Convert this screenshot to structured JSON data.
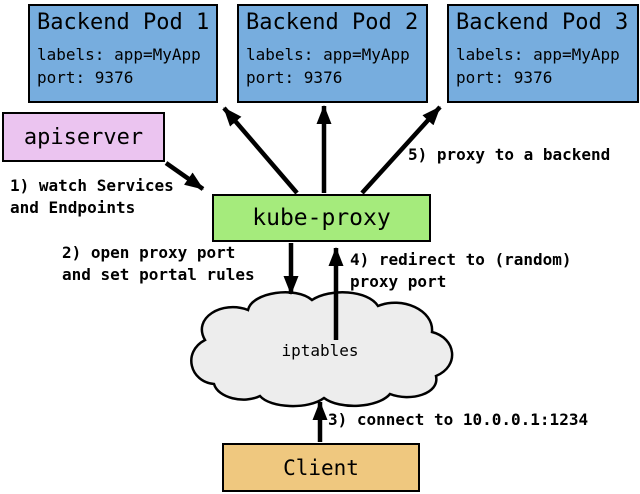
{
  "colors": {
    "pod_fill": "#77ADDE",
    "apiserver_fill": "#EBC4F0",
    "kube_proxy_fill": "#A5EB7C",
    "iptables_fill": "#EDEDED",
    "client_fill": "#EFC87F",
    "border": "#000000",
    "background": "#FFFFFF"
  },
  "pods": [
    {
      "title": "Backend Pod 1",
      "labels_line": "labels: app=MyApp",
      "port_line": "port: 9376"
    },
    {
      "title": "Backend Pod 2",
      "labels_line": "labels: app=MyApp",
      "port_line": "port: 9376"
    },
    {
      "title": "Backend Pod 3",
      "labels_line": "labels: app=MyApp",
      "port_line": "port: 9376"
    }
  ],
  "nodes": {
    "apiserver": "apiserver",
    "kube_proxy": "kube-proxy",
    "iptables": "iptables",
    "client": "Client"
  },
  "annotations": {
    "step1": {
      "lines": [
        "1) watch Services",
        "and Endpoints"
      ]
    },
    "step2": {
      "lines": [
        "2) open proxy port",
        "and set portal rules"
      ]
    },
    "step3": {
      "lines": [
        "3) connect to 10.0.0.1:1234"
      ]
    },
    "step4": {
      "lines": [
        "4) redirect to (random)",
        "proxy port"
      ]
    },
    "step5": {
      "lines": [
        "5) proxy to a backend"
      ]
    }
  }
}
